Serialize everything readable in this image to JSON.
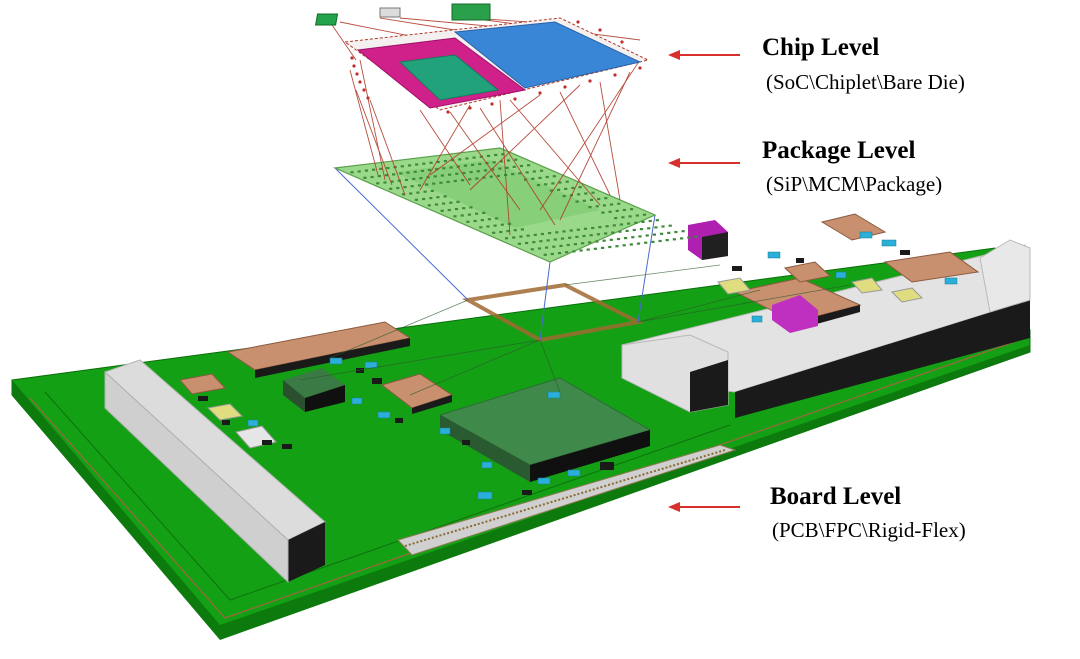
{
  "levels": [
    {
      "id": "chip",
      "title": "Chip Level",
      "subtitle": "(SoC\\Chiplet\\Bare Die)"
    },
    {
      "id": "package",
      "title": "Package Level",
      "subtitle": "(SiP\\MCM\\Package)"
    },
    {
      "id": "board",
      "title": "Board Level",
      "subtitle": "(PCB\\FPC\\Rigid-Flex)"
    }
  ],
  "colors": {
    "board_green": "#14a014",
    "board_green_dark": "#0c7a0c",
    "package_green": "#9bd98a",
    "chip_magenta": "#d0208a",
    "chip_blue": "#3a86d6",
    "chip_teal": "#22a27a",
    "arrow_red": "#d8302a",
    "wire_red": "#b03a2a",
    "connector_grey": "#d8d8d8",
    "component_tan": "#c8906e",
    "component_cyan": "#2ab0d8",
    "component_yellow": "#e0dc80",
    "component_purple": "#b020b0"
  }
}
